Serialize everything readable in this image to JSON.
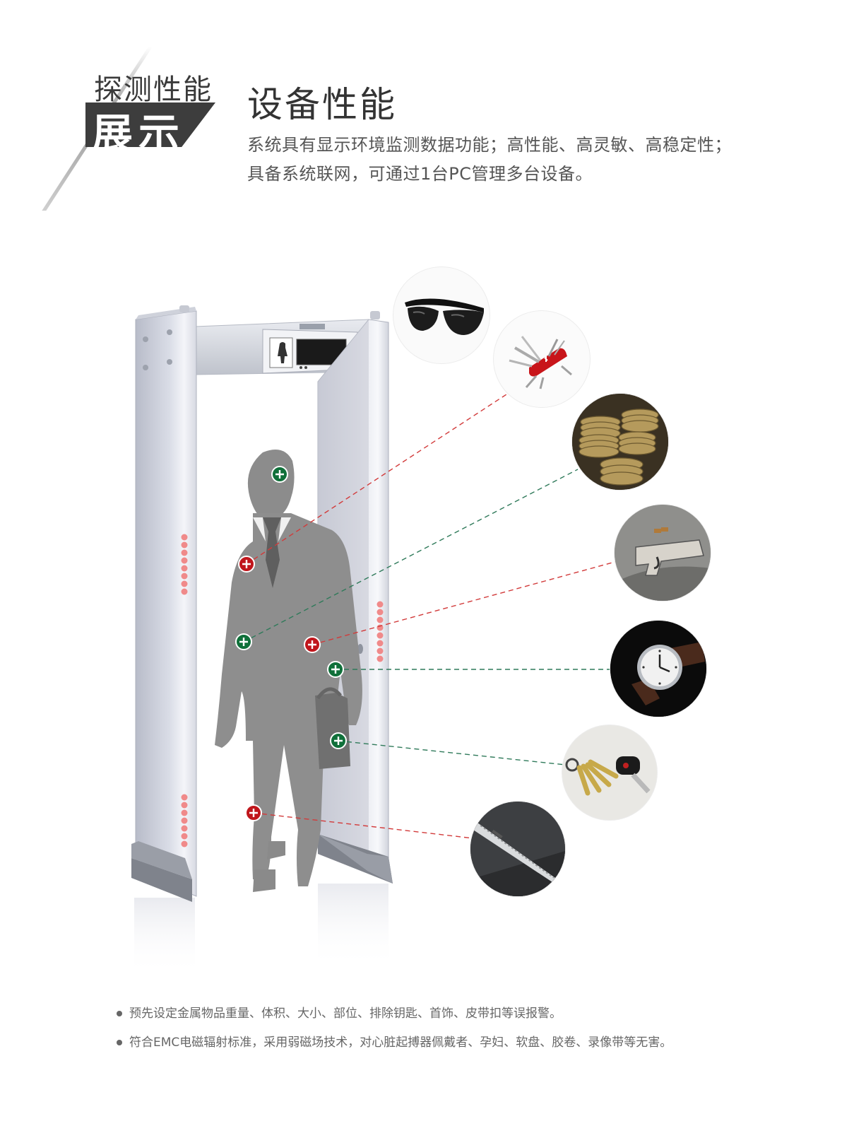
{
  "header": {
    "kicker": "探测性能",
    "badge": "展示",
    "title": "设备性能",
    "description_lines": [
      "系统具有显示环境监测数据功能；高性能、高灵敏、高稳定性；",
      "具备系统联网，可通过1台PC管理多台设备。"
    ]
  },
  "detected_items": [
    {
      "icon": "sunglasses-icon"
    },
    {
      "icon": "swiss-army-knife-icon"
    },
    {
      "icon": "coins-icon"
    },
    {
      "icon": "pistol-icon"
    },
    {
      "icon": "wristwatch-icon"
    },
    {
      "icon": "keys-icon"
    },
    {
      "icon": "blade-icon"
    }
  ],
  "markers": [
    {
      "kind": "green"
    },
    {
      "kind": "red"
    },
    {
      "kind": "green"
    },
    {
      "kind": "red"
    },
    {
      "kind": "green"
    },
    {
      "kind": "green"
    },
    {
      "kind": "red"
    }
  ],
  "colors": {
    "red_marker": "#c0161c",
    "green_marker": "#10703a",
    "red_line": "#d23a3a",
    "green_line": "#2f7a5a",
    "header_band": "#3d3d3d"
  },
  "features": [
    "预先设定金属物品重量、体积、大小、部位、排除钥匙、首饰、皮带扣等误报警。",
    "符合EMC电磁辐射标准，采用弱磁场技术，对心脏起搏器佩戴者、孕妇、软盘、胶卷、录像带等无害。"
  ]
}
